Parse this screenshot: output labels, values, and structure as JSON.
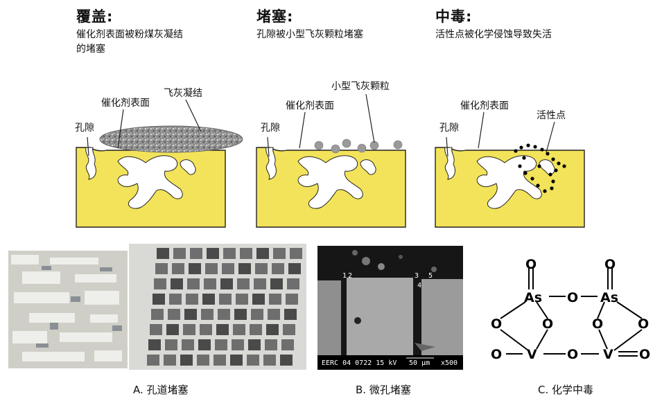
{
  "columns": [
    {
      "title": "覆盖:",
      "desc_line1": "催化剂表面被粉煤灰凝结",
      "desc_line2": "的堵塞"
    },
    {
      "title": "堵塞:",
      "desc_line1": "孔隙被小型飞灰颗粒堵塞",
      "desc_line2": ""
    },
    {
      "title": "中毒:",
      "desc_line1": "活性点被化学侵蚀导致失活",
      "desc_line2": ""
    }
  ],
  "diagrams": [
    {
      "pore": "孔隙",
      "surface": "催化剂表面",
      "extra": "飞灰凝结"
    },
    {
      "pore": "孔隙",
      "surface": "催化剂表面",
      "extra": "小型飞灰颗粒"
    },
    {
      "pore": "孔隙",
      "surface": "催化剂表面",
      "extra": "活性点"
    }
  ],
  "sem": {
    "bar_text": "EERC  04  0722  15 kV",
    "scale": "50 µm",
    "mag": "x500",
    "marks": [
      "1",
      "2",
      "3",
      "5",
      "4"
    ]
  },
  "chem": {
    "atoms": {
      "O": "O",
      "As": "As",
      "V": "V"
    }
  },
  "captions": {
    "a": "A. 孔道堵塞",
    "b": "B. 微孔堵塞",
    "c": "C. 化学中毒"
  },
  "colors": {
    "catalyst": "#f2e35a",
    "outline": "#222222",
    "ash": "#9a9a9a"
  }
}
